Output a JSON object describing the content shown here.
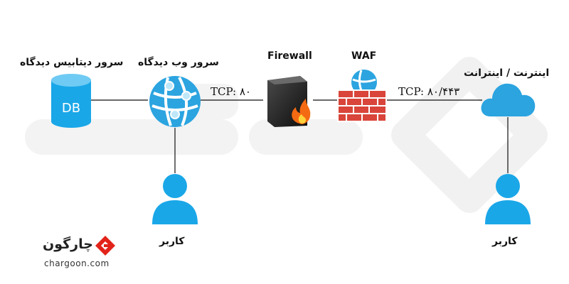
{
  "colors": {
    "accent": "#1aa7e8",
    "accent_dark": "#0b86c9",
    "watermark": "#f3f3f3",
    "line": "#111111",
    "brand": "#e2231a"
  },
  "watermark": "chargoon-watermark",
  "nodes": {
    "db": {
      "icon": "database-icon",
      "text": "DB",
      "label": "سرور دیتابیس دیدگاه"
    },
    "web": {
      "icon": "web-server-globe-icon",
      "label": "سرور وب دیدگاه"
    },
    "firewall": {
      "icon": "firewall-icon",
      "label": "Firewall"
    },
    "waf": {
      "icon": "waf-brick-wall-icon",
      "label": "WAF"
    },
    "internet": {
      "icon": "cloud-icon",
      "label": "اینترنت / اینترانت"
    }
  },
  "users": [
    {
      "icon": "user-icon",
      "label": "کاربر"
    },
    {
      "icon": "user-icon",
      "label": "کاربر"
    }
  ],
  "links": {
    "web_firewall": "TCP: ۸۰",
    "waf_internet": "TCP: ۸۰/۴۴۳"
  },
  "brand": {
    "name": "چارگون",
    "url": "chargoon.com",
    "logo": "chargoon-logo-icon"
  }
}
